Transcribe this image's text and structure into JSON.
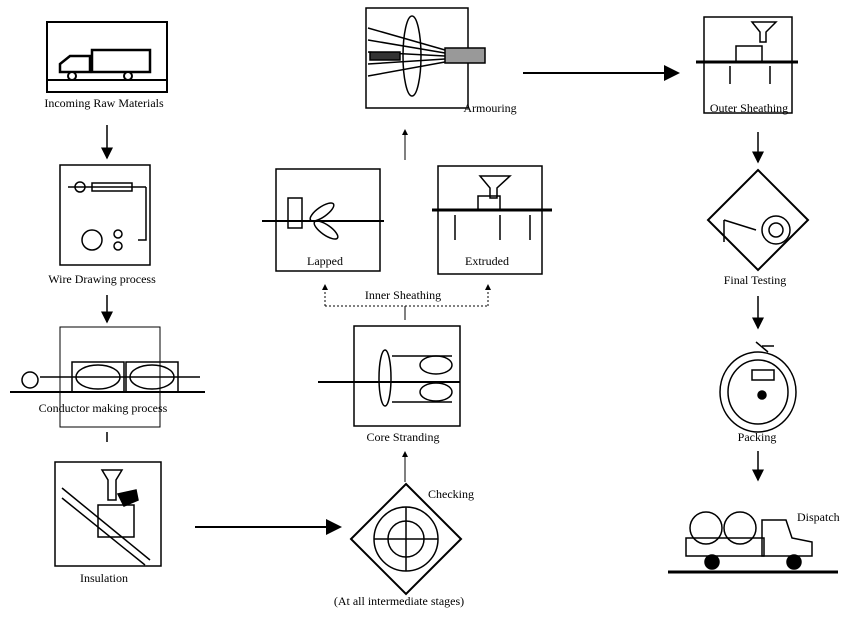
{
  "stages": {
    "incoming": "Incoming Raw Materials",
    "wire_drawing": "Wire Drawing process",
    "conductor": "Conductor making process",
    "insulation": "Insulation",
    "checking": "Checking",
    "checking_note": "(At all intermediate stages)",
    "core_stranding": "Core Stranding",
    "inner_sheathing": "Inner Sheathing",
    "lapped": "Lapped",
    "extruded": "Extruded",
    "armouring": "Armouring",
    "outer_sheathing": "Outer Sheathing",
    "final_testing": "Final Testing",
    "packing": "Packing",
    "dispatch": "Dispatch"
  }
}
